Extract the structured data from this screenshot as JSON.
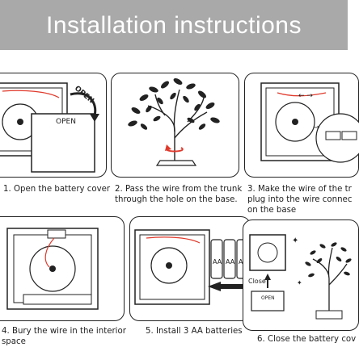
{
  "header": {
    "title": "Installation instructions"
  },
  "steps": [
    {
      "caption": "1. Open the battery cover",
      "inner_label": "OPEN",
      "arrow_label": "OPEN"
    },
    {
      "caption_line1": "2. Pass the wire from the trunk",
      "caption_line2": "through the hole on the base."
    },
    {
      "caption_line1": "3. Make the wire of the tr",
      "caption_line2": "plug into the wire connec",
      "caption_line3": "on the base"
    },
    {
      "caption_line1": "4. Bury the wire in the interior",
      "caption_line2": "space"
    },
    {
      "caption": "5. Install 3 AA batteries",
      "battery_label": "AA"
    },
    {
      "caption": "6. Close the battery cov",
      "close_label": "Close",
      "cover_label": "OPEN"
    }
  ],
  "colors": {
    "banner": "#a9a9a9",
    "banner_text": "#ffffff",
    "wire": "#e0392b",
    "line": "#222222"
  }
}
